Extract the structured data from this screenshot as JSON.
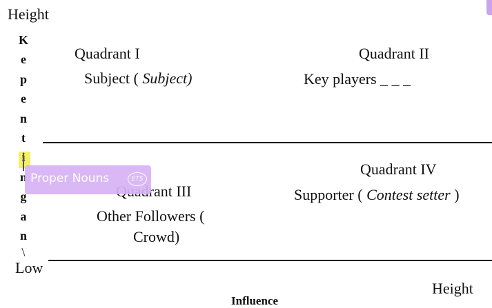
{
  "axes": {
    "y_top": "Height",
    "y_label_chars": [
      "K",
      "e",
      "p",
      "e",
      "n",
      "t",
      "i",
      "n",
      "g",
      "a",
      "n",
      "\\"
    ],
    "y_bottom": "Low",
    "x_label": "Influence",
    "x_right": "Height"
  },
  "quadrants": {
    "q1": {
      "title": "Quadrant I",
      "line1": "Subject ( ",
      "line1_italic": "Subject)"
    },
    "q2": {
      "title": "Quadrant II",
      "line1": "Key  players _ _ _"
    },
    "q3": {
      "title": "Quadrant III",
      "line1": "Other Followers (",
      "line2_italic": "Crowd)"
    },
    "q4": {
      "title": "Quadrant IV",
      "line1": "Supporter ( ",
      "line1_italic": "Contest setter",
      "line1_end": " )"
    }
  },
  "overlay": {
    "badge_label": "Proper Nouns",
    "badge_icon": "ETS",
    "badge_color": "#d7b2f5",
    "highlight_color": "#f5ef66"
  }
}
